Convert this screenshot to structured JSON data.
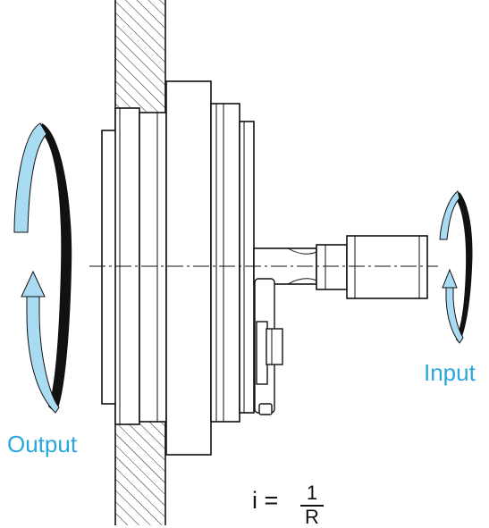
{
  "labels": {
    "output": "Output",
    "input": "Input"
  },
  "formula": {
    "lhs": "i =",
    "numerator": "1",
    "denominator": "R"
  },
  "colors": {
    "arrow_fill": "#a9dcf3",
    "label_text": "#2aa7dd",
    "line": "#111111"
  },
  "icons": {
    "output_rotation": "rotation-arrow-icon",
    "input_rotation": "rotation-arrow-icon"
  }
}
